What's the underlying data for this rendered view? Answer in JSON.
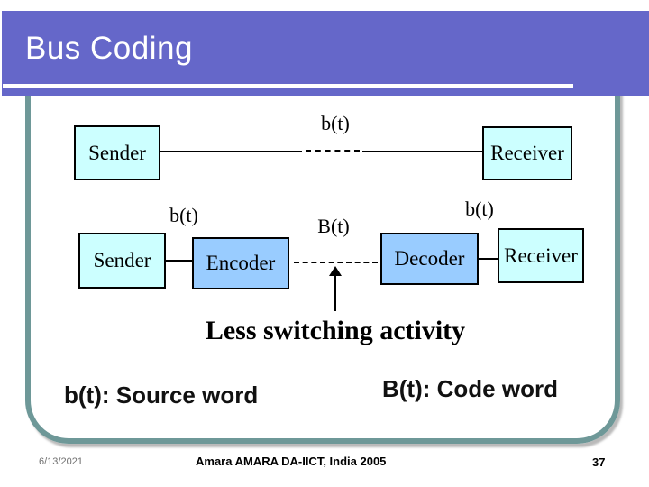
{
  "slide": {
    "title": "Bus Coding",
    "diagram": {
      "top_row": {
        "bus_label": "b(t)",
        "sender": "Sender",
        "receiver": "Receiver"
      },
      "bottom_row": {
        "input_label": "b(t)",
        "bus_label": "B(t)",
        "output_label": "b(t)",
        "sender": "Sender",
        "encoder": "Encoder",
        "decoder": "Decoder",
        "receiver": "Receiver"
      },
      "caption": "Less switching activity"
    },
    "definitions": {
      "source_word": "b(t): Source word",
      "code_word": "B(t): Code word"
    },
    "footer": {
      "date": "6/13/2021",
      "credit": "Amara AMARA DA-IICT, India 2005",
      "slide_number": "37"
    }
  },
  "colors": {
    "banner": "#6567C9",
    "frame": "#6E9898",
    "box_cyan": "#CCFFFF",
    "box_blue": "#99CCFF",
    "accent_line": "#FFFFFF"
  }
}
